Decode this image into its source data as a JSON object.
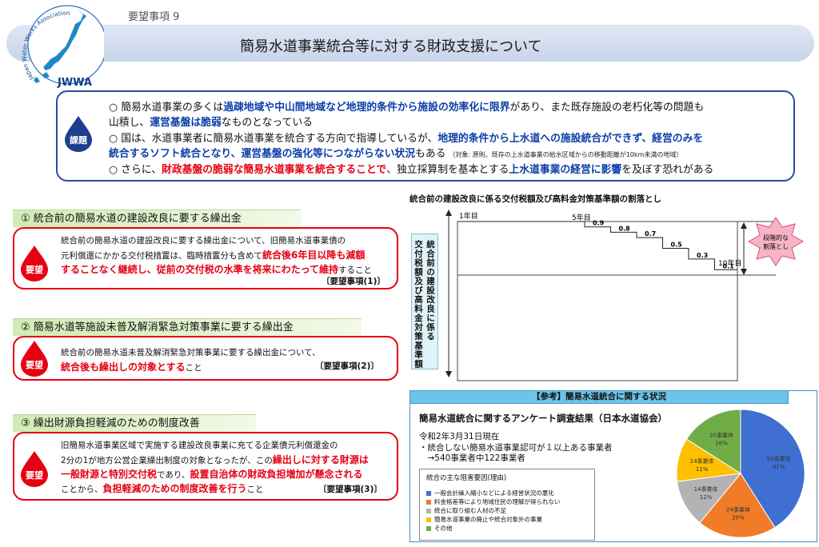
{
  "header": {
    "org_arc_text": "Japan Water Works Association",
    "org_abbr": "JWWA",
    "request_number": "要望事項 9",
    "title": "簡易水道事業統合等に対する財政支援について"
  },
  "issues": {
    "badge": "課題",
    "line1": [
      {
        "t": "○ 簡易水道事業の多くは",
        "s": "n"
      },
      {
        "t": "過疎地域や中山間地域など地理的条件から施設の効率化に限界",
        "s": "b"
      },
      {
        "t": "があり、また既存施設の老朽化等の問題も",
        "s": "n"
      }
    ],
    "line2": [
      {
        "t": "山積し、",
        "s": "n"
      },
      {
        "t": "運営基盤は脆弱",
        "s": "b"
      },
      {
        "t": "なものとなっている",
        "s": "n"
      }
    ],
    "line3": [
      {
        "t": "○ 国は、水道事業者に簡易水道事業を統合する方向で指導しているが、",
        "s": "n"
      },
      {
        "t": "地理的条件から上水道への施設統合ができず、経営のみを",
        "s": "b"
      }
    ],
    "line4": [
      {
        "t": "統合するソフト統合となり、運営基盤の強化等につながらない状況",
        "s": "b"
      },
      {
        "t": "もある",
        "s": "n"
      }
    ],
    "line4_note": "（対象: 原則、既存の上水道事業の給水区域からの移動距離が10km未満の地域）",
    "line5": [
      {
        "t": "○ さらに、",
        "s": "n"
      },
      {
        "t": "財政基盤の脆弱な簡易水道事業を統合することで",
        "s": "r"
      },
      {
        "t": "、独立採算制を基本とする",
        "s": "n"
      },
      {
        "t": "上水道事業の経営に影響",
        "s": "b"
      },
      {
        "t": "を及ぼす恐れがある",
        "s": "n"
      }
    ]
  },
  "sections": [
    {
      "tab": "① 統合前の簡易水道の建設改良に要する繰出金",
      "badge": "要望",
      "line1": "統合前の簡易水道の建設改良に要する繰出金について、旧簡易水道事業債の",
      "line2a": "元利償還にかかる交付税措置は、臨時措置分も含めて",
      "line2b": "統合後6年目以降も減額",
      "line3a": "することなく継続し、従前の交付税の水準を将来にわたって維持",
      "line3b": "すること",
      "ref": "〔要望事項(1)〕"
    },
    {
      "tab": "② 簡易水道等施設未普及解消緊急対策事業に要する繰出金",
      "badge": "要望",
      "line1": "統合前の簡易水道未普及解消緊急対策事業に要する繰出金について、",
      "line2a": "統合後も繰出しの対象とする",
      "line2b": "こと",
      "ref": "〔要望事項(2)〕"
    },
    {
      "tab": "③ 繰出財源負担軽減のための制度改善",
      "badge": "要望",
      "line1": "旧簡易水道事業区域で実施する建設改良事業に充てる企業債元利償還金の",
      "line2a": "2分の1が地方公営企業繰出制度の対象となったが、この",
      "line2b": "繰出しに対する財源は",
      "line3a": "一般財源と特別交付税",
      "line3b": "であり、",
      "line3c": "設置自治体の財政負担増加が懸念される",
      "line4a": "ことから、",
      "line4b": "負担軽減のための制度改善を行う",
      "line4c": "こと",
      "ref": "〔要望事項(3)〕"
    }
  ],
  "chart": {
    "title": "統合前の建設改良に係る交付税額及び高料金対策基準額の割落とし",
    "ylabel_col1": "統合前の建設改良に係る",
    "ylabel_col2": "交付税額及び高料金対策基準額",
    "star_label": "段階的な割落とし",
    "label_year1": "1年目",
    "label_year5": "5年目",
    "label_year10": "10年目"
  },
  "chart_data": {
    "type": "step-line",
    "title": "統合前の建設改良に係る交付税額及び高料金対策基準額の割落とし",
    "x_labels_shown": [
      "1年目",
      "5年目",
      "10年目"
    ],
    "x": [
      1,
      2,
      3,
      4,
      5,
      6,
      7,
      8,
      9,
      10,
      11
    ],
    "ratios": [
      1.0,
      1.0,
      1.0,
      1.0,
      1.0,
      0.9,
      0.8,
      0.7,
      0.5,
      0.3,
      0.1
    ],
    "step_labels": [
      "0.9",
      "0.8",
      "0.7",
      "0.5",
      "0.3",
      "0.1"
    ]
  },
  "reference": {
    "header": "【参考】簡易水道統合に関する状況",
    "survey_title": "簡易水道統合に関するアンケート調査結果（日本水道協会）",
    "date": "令和2年3月31日現在",
    "bullet1": "・統合しない簡易水道事業認可が１以上ある事業者",
    "bullet2": "　→540事業者中122事業者",
    "reasons_title": "統合の主な阻害要因(理由)",
    "reasons": [
      {
        "label": "一般会計繰入縮小などによる経営状況の悪化",
        "color": "#3f6fd1"
      },
      {
        "label": "料金格差等により地域住民の理解が得られない",
        "color": "#f07c28"
      },
      {
        "label": "統合に取り組む人材の不足",
        "color": "#b3b3b3"
      },
      {
        "label": "簡易水道事業の廃止や統合対象外の事業",
        "color": "#ffc000"
      },
      {
        "label": "その他",
        "color": "#70ad47"
      }
    ],
    "pie_slices": [
      {
        "l1": "50事業体",
        "l2": "41%",
        "value": 41,
        "color": "#3f6fd1"
      },
      {
        "l1": "24事業体",
        "l2": "20%",
        "value": 20,
        "color": "#f07c28"
      },
      {
        "l1": "14事業体",
        "l2": "12%",
        "value": 12,
        "color": "#b3b3b3"
      },
      {
        "l1": "14事業体",
        "l2": "11%",
        "value": 11,
        "color": "#ffc000"
      },
      {
        "l1": "20事業体",
        "l2": "16%",
        "value": 16,
        "color": "#70ad47"
      }
    ]
  }
}
